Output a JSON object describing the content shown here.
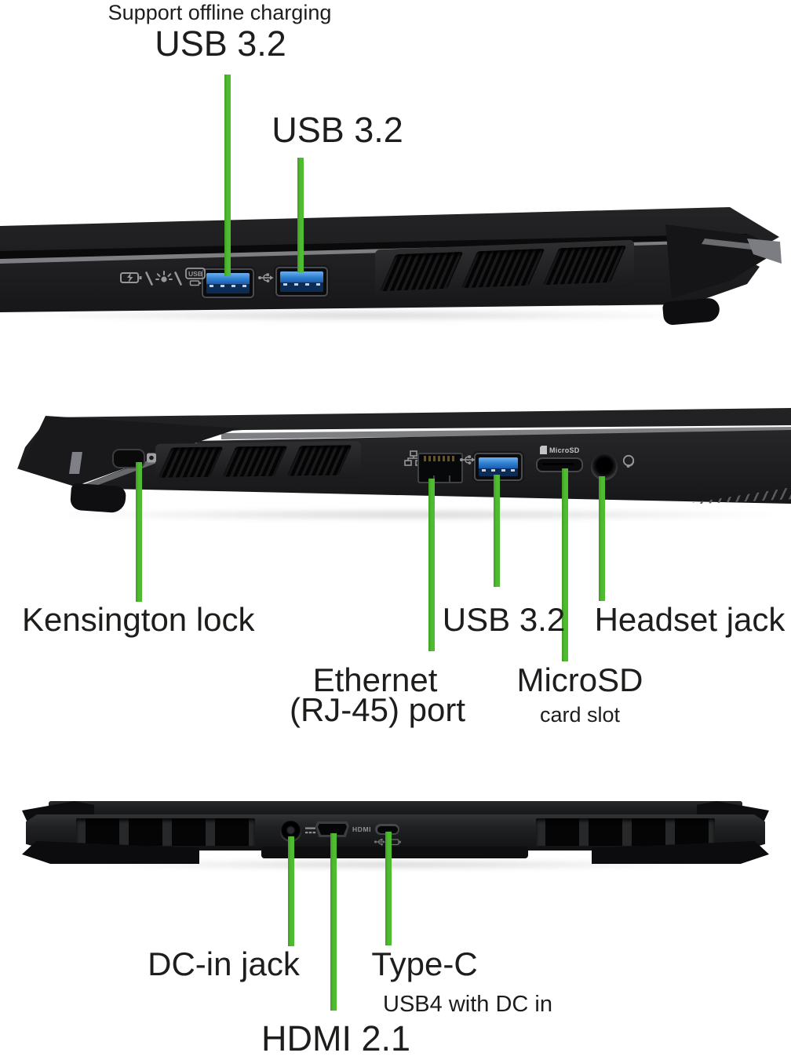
{
  "colors": {
    "callout_green": "#4cb42e",
    "label_text": "#1d1d1b",
    "usb_port_blue": "#2e7fd0",
    "chassis_black": "#1b1b1d"
  },
  "views": {
    "right_side": {
      "callouts": {
        "offline_note": "Support offline charging",
        "usb_a_1": "USB 3.2",
        "usb_a_2": "USB 3.2"
      },
      "printed": {
        "usb_badge": "USB"
      }
    },
    "left_side": {
      "callouts": {
        "kensington": "Kensington lock",
        "usb_a": "USB 3.2",
        "headset": "Headset jack",
        "ethernet_line1": "Ethernet",
        "ethernet_line2": "(RJ-45) port",
        "microsd_line1": "MicroSD",
        "microsd_line2": "card slot"
      },
      "printed": {
        "microsd_label": "MicroSD"
      }
    },
    "rear": {
      "callouts": {
        "dc_in": "DC-in jack",
        "hdmi": "HDMI 2.1",
        "type_c": "Type-C",
        "type_c_sub": "USB4 with DC in"
      },
      "printed": {
        "hdmi_label": "HDMI"
      }
    }
  }
}
